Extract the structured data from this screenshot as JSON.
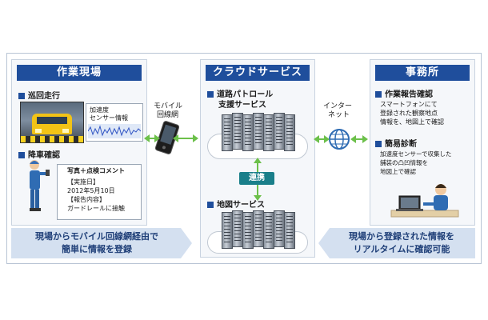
{
  "left_panel": {
    "title": "作業現場",
    "patrol_label": "巡回走行",
    "sensor_label_1": "加速度",
    "sensor_label_2": "センサー情報",
    "dismount_label": "降車確認",
    "comment_title": "写真＋点検コメント",
    "comment_lines": [
      "【実施日】",
      "2012年5月10日",
      "【報告内容】",
      "ガードレールに接触"
    ],
    "bottom_text_1": "現場からモバイル回線網経由で",
    "bottom_text_2": "簡単に情報を登録"
  },
  "mobile_label_1": "モバイル",
  "mobile_label_2": "回線網",
  "center_panel": {
    "title": "クラウドサービス",
    "service1_line1": "道路パトロール",
    "service1_line2": "支援サービス",
    "link_label": "連携",
    "service2_label": "地図サービス"
  },
  "internet_label_1": "インター",
  "internet_label_2": "ネット",
  "right_panel": {
    "title": "事務所",
    "report_title": "作業報告確認",
    "report_lines": [
      "スマートフォンにて",
      "登録された観察地点",
      "情報を、地図上で確認"
    ],
    "diag_title": "簡易診断",
    "diag_lines": [
      "加速度センサーで収集した",
      "舗装の凸凹情報を",
      "地図上で確認"
    ],
    "bottom_text_1": "現場から登録された情報を",
    "bottom_text_2": "リアルタイムに確認可能"
  },
  "colors": {
    "header_blue": "#1f4e9c",
    "arrow_green": "#6cc04a",
    "note_bg": "#d4e0f0"
  }
}
